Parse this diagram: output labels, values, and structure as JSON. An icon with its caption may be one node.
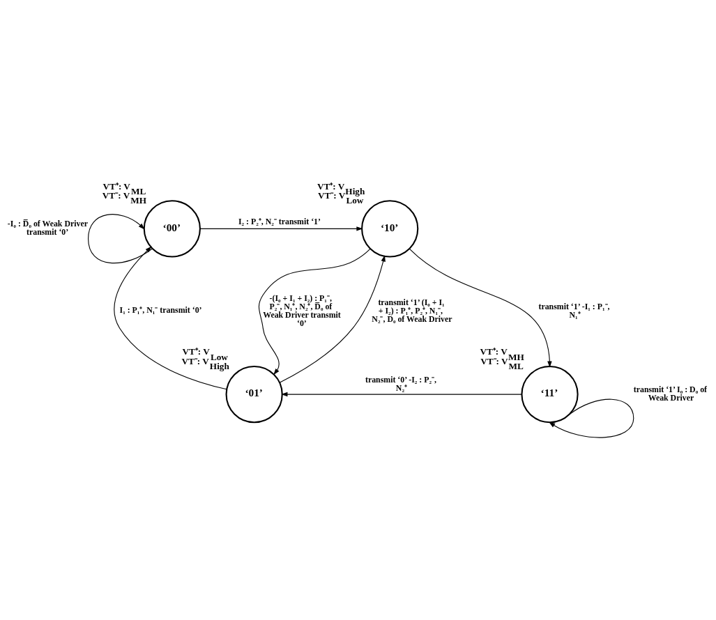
{
  "diagram": {
    "nodes": [
      {
        "text": [
          "‘00’"
        ],
        "beside": [
          "VT⁺: V$_{ML}$",
          "VT⁻: V$_{MH}$"
        ]
      },
      {
        "text": [
          "‘10’"
        ],
        "beside": [
          "VT⁺: V$_{High}$",
          "VT⁻: V$_{Low}$"
        ]
      },
      {
        "text": [
          "‘01’"
        ],
        "beside": [
          "VT⁺: V$_{Low}$",
          "VT⁻: V$_{High}$"
        ]
      },
      {
        "text": [
          "‘11’"
        ],
        "beside": [
          "VT⁺: V$_{MH}$",
          "VT⁻: V$_{ML}$"
        ]
      }
    ],
    "edges": [
      {
        "from": 0,
        "to": 0,
        "arrow": "to",
        "label": "-I₀ : D̅₀ of Weak Driver transmit ‘0’"
      },
      {
        "from": 0,
        "to": 1,
        "arrow": "to",
        "label": "I₂ : P₂⁺, N₂⁻ transmit ‘1’"
      },
      {
        "from": 1,
        "to": 2,
        "arrow": "to",
        "label": "-(I₀ + I₁ + I₂) : P₁⁻, P₂⁻, N₁⁺, N₂⁺, D̅₀ of Weak Driver transmit ‘0’"
      },
      {
        "from": 2,
        "to": 1,
        "arrow": "to",
        "label": "transmit ‘1’ (I₀ + I₁ + I₂) : P₁⁺, P₂⁺, N₁⁻, N₂⁻, D₀ of Weak Driver"
      },
      {
        "from": 2,
        "to": 0,
        "arrow": "to",
        "label": "I₁ : P₁⁺, N₁⁻ transmit ‘0’"
      },
      {
        "from": 1,
        "to": 3,
        "arrow": "to",
        "label": "transmit ‘1’ -I₁ : P₁⁻, N₁⁺"
      },
      {
        "from": 3,
        "to": 2,
        "arrow": "to",
        "label": "transmit ‘0’ -I₂ : P₂⁻, N₂⁺"
      },
      {
        "from": 3,
        "to": 3,
        "arrow": "to",
        "label": "transmit ‘1’ I₀ : D₀ of Weak Driver"
      }
    ]
  }
}
